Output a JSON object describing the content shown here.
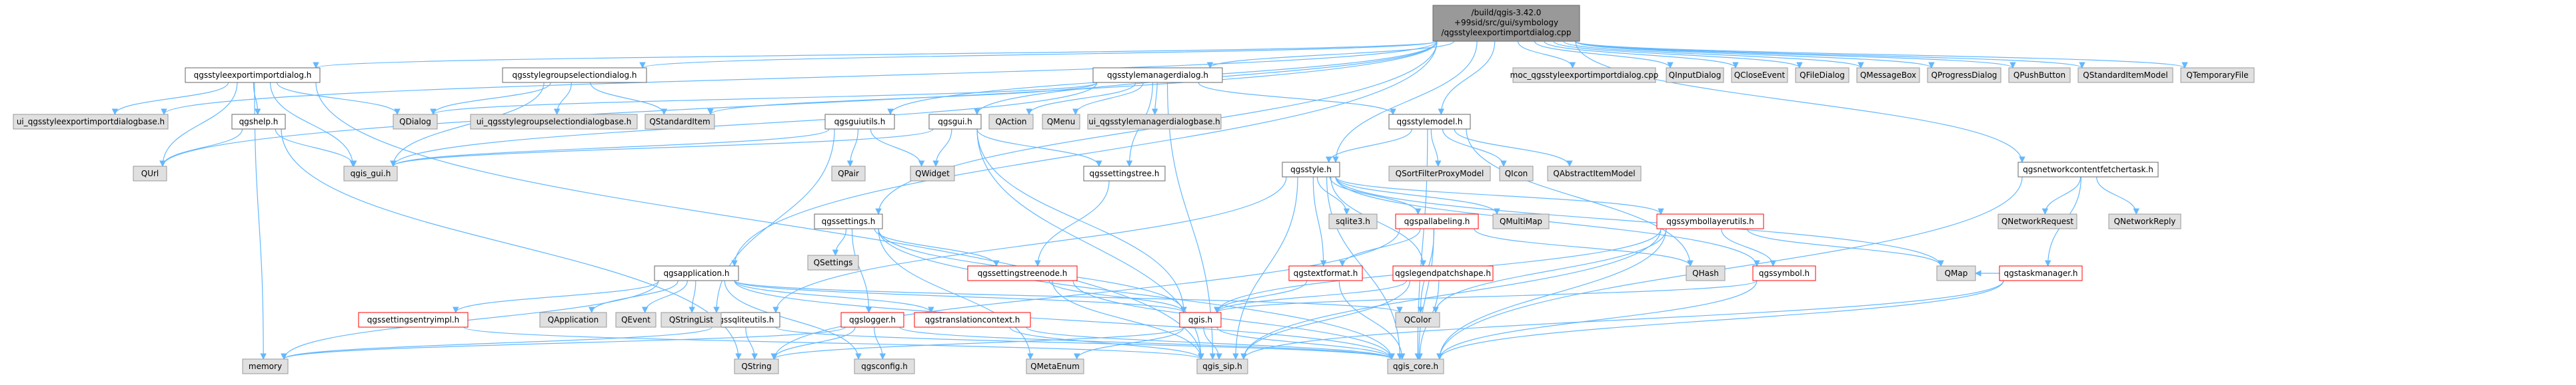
{
  "nodes": {
    "root": {
      "lines": [
        "/build/qgis-3.42.0",
        "+99sid/src/gui/symbology",
        "/qgsstyleexportimportdialog.cpp"
      ]
    },
    "exportimport_h": "qgsstyleexportimportdialog.h",
    "groupselection_h": "qgsstylegroupselectiondialog.h",
    "managerdialog_h": "qgsstylemanagerdialog.h",
    "moc": "moc_qgsstyleexportimportdialog.cpp",
    "qinputdialog": "QInputDialog",
    "qcloseevent": "QCloseEvent",
    "qfiledialog": "QFileDialog",
    "qmessagebox": "QMessageBox",
    "qprogressdialog": "QProgressDialog",
    "qpushbutton": "QPushButton",
    "qstandarditemmodel": "QStandardItemModel",
    "qtemporaryfile": "QTemporaryFile",
    "ui_exportimport": "ui_qgsstyleexportimportdialogbase.h",
    "qgshelp_h": "qgshelp.h",
    "qdialog": "QDialog",
    "ui_groupselection": "ui_qgsstylegroupselectiondialogbase.h",
    "qstandarditem": "QStandardItem",
    "qaction": "QAction",
    "qmenu": "QMenu",
    "ui_manager": "ui_qgsstylemanagerdialogbase.h",
    "qgsguiutils_h": "qgsguiutils.h",
    "qgsgui_h": "qgsgui.h",
    "stylemodel_h": "qgsstylemodel.h",
    "netcontent_h": "qgsnetworkcontentfetchertask.h",
    "qurl": "QUrl",
    "qgis_gui": "qgis_gui.h",
    "qpair": "QPair",
    "qwidget": "QWidget",
    "settingstree_h": "qgssettingstree.h",
    "qsortfilterproxymodel": "QSortFilterProxyModel",
    "qicon": "QIcon",
    "qabstractitemmodel": "QAbstractItemModel",
    "qgsstyle_h": "qgsstyle.h",
    "qnetworkrequest": "QNetworkRequest",
    "qnetworkreply": "QNetworkReply",
    "qgssettings_h": "qgssettings.h",
    "sqlite3": "sqlite3.h",
    "pallabeling_h": "qgspallabeling.h",
    "qmultimap": "QMultiMap",
    "symbollayerutils_h": "qgssymbollayerutils.h",
    "taskmanager_h": "qgstaskmanager.h",
    "qsettings": "QSettings",
    "settingstreenode_h": "qgssettingstreenode.h",
    "qmap": "QMap",
    "qhash": "QHash",
    "textformat_h": "qgstextformat.h",
    "legendpatch_h": "qgslegendpatchshape.h",
    "qgssymbol_h": "qgssymbol.h",
    "application_h": "qgsapplication.h",
    "sqliteutils_h": "qgssqliteutils.h",
    "qgslogger_h": "qgslogger.h",
    "translation_h": "qgstranslationcontext.h",
    "qgis_h": "qgis.h",
    "qcolor": "QColor",
    "sentryimpl_h": "qgssettingsentryimpl.h",
    "qapplication": "QApplication",
    "qevent": "QEvent",
    "qstringlist": "QStringList",
    "memory": "memory",
    "qstring": "QString",
    "qgsconfig_h": "qgsconfig.h",
    "qmetaenum": "QMetaEnum",
    "qgis_sip": "qgis_sip.h",
    "qgis_core": "qgis_core.h"
  },
  "colors": {
    "root_fill": "#999999",
    "file_fill": "#ffffff",
    "external_fill": "#e0e0e0",
    "red_border": "#ff0000",
    "edge": "#63b8ff"
  }
}
